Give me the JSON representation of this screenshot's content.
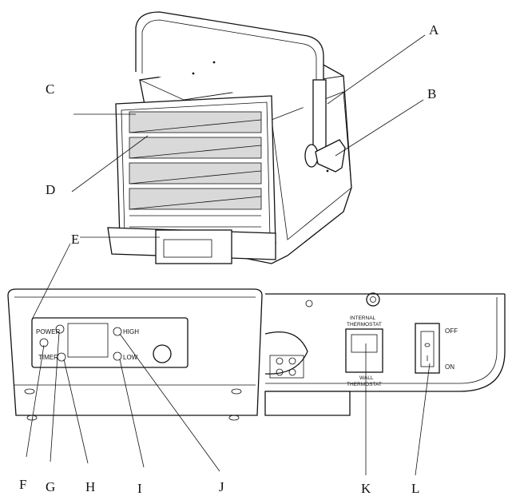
{
  "callouts": {
    "A": "A",
    "B": "B",
    "C": "C",
    "D": "D",
    "E": "E",
    "F": "F",
    "G": "G",
    "H": "H",
    "I": "I",
    "J": "J",
    "K": "K",
    "L": "L"
  },
  "control_panel": {
    "power": "POWER",
    "timer": "TIMER",
    "high": "HIGH",
    "low": "LOW"
  },
  "switch_panel": {
    "internal": "INTERNAL",
    "thermostat_top": "THERMOSTAT",
    "wall": "WALL",
    "thermostat_bottom": "THERMOSTAT",
    "off": "OFF",
    "on": "ON"
  }
}
